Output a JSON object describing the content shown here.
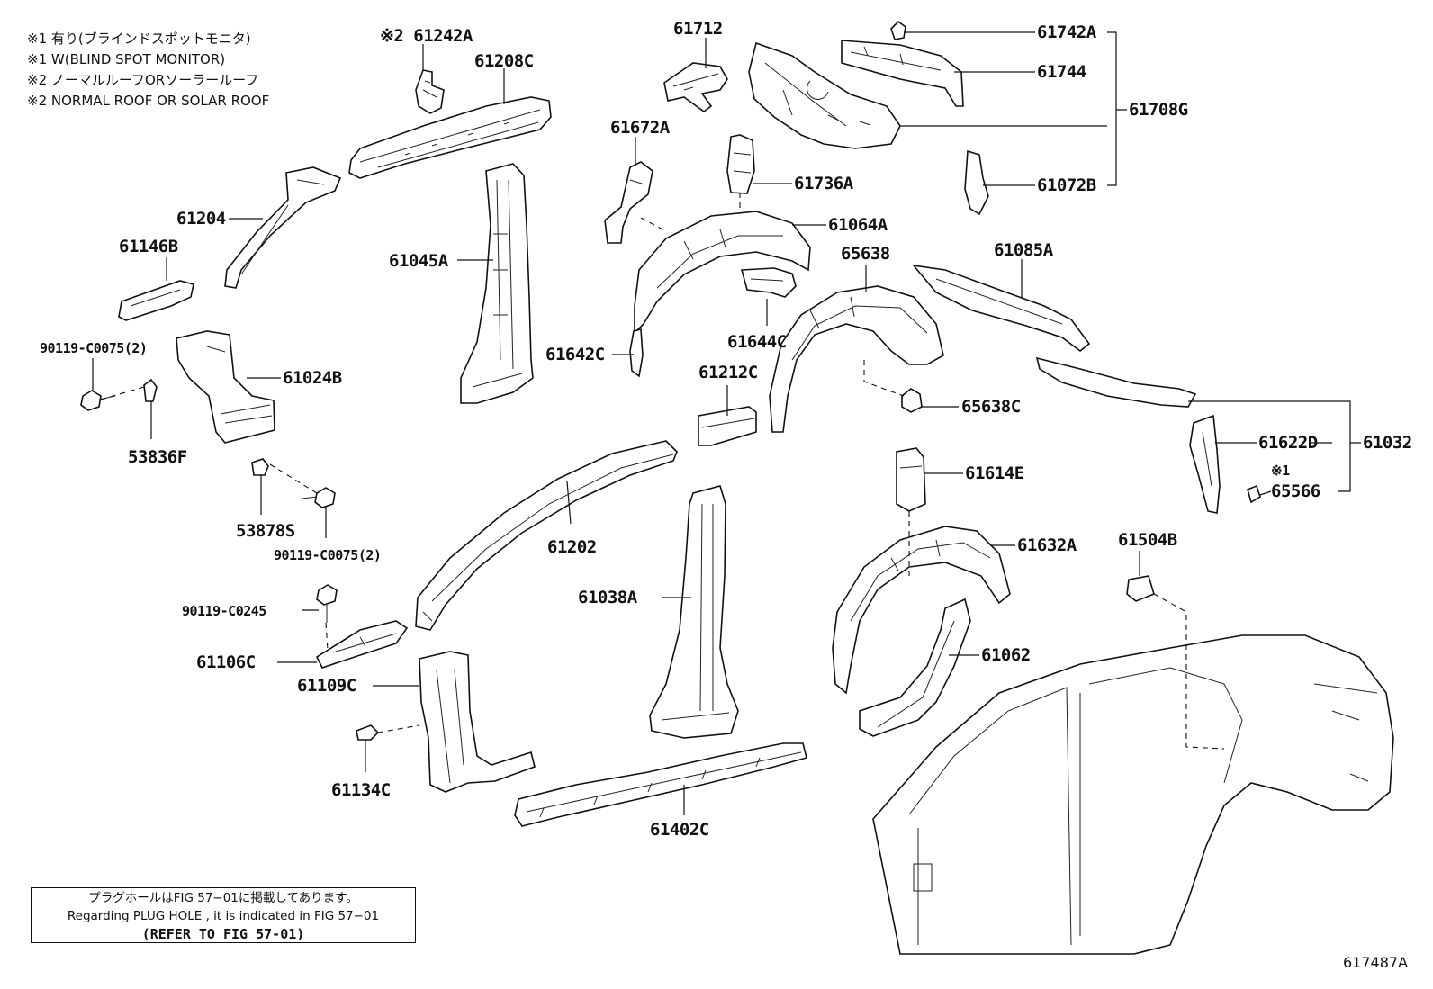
{
  "legend": [
    "※1 有り(ブラインドスポットモニタ)",
    "※1 W(BLIND SPOT MONITOR)",
    "※2 ノーマルルーフORソーラールーフ",
    "※2 NORMAL ROOF OR SOLAR ROOF"
  ],
  "labels": {
    "p61242A": "※2 61242A",
    "p61208C": "61208C",
    "p61712": "61712",
    "p61742A": "61742A",
    "p61744": "61744",
    "p61708G": "61708G",
    "p61672A": "61672A",
    "p61736A": "61736A",
    "p61072B": "61072B",
    "p61204": "61204",
    "p61064A": "61064A",
    "p65638": "65638",
    "p61085A": "61085A",
    "p61146B": "61146B",
    "p61045A": "61045A",
    "p90119C0075a": "90119-C0075(2)",
    "p61024B": "61024B",
    "p61642C": "61642C",
    "p61644C": "61644C",
    "p61212C": "61212C",
    "p65638C": "65638C",
    "p53836F": "53836F",
    "p61622D": "61622D",
    "p61032": "61032",
    "p65566mark": "※1",
    "p65566": "65566",
    "p61614E": "61614E",
    "p53878S": "53878S",
    "p90119C0075b": "90119-C0075(2)",
    "p61202": "61202",
    "p61632A": "61632A",
    "p61504B": "61504B",
    "p90119C0245": "90119-C0245",
    "p61038A": "61038A",
    "p61106C": "61106C",
    "p61062": "61062",
    "p61109C": "61109C",
    "p61134C": "61134C",
    "p61402C": "61402C"
  },
  "note": {
    "line1": "プラグホールはFIG 57−01に掲載してあります。",
    "line2": "Regarding  PLUG  HOLE , it is indicated in FIG  57−01",
    "line3": "(REFER TO FIG 57-01)"
  },
  "figure_number": "617487A"
}
